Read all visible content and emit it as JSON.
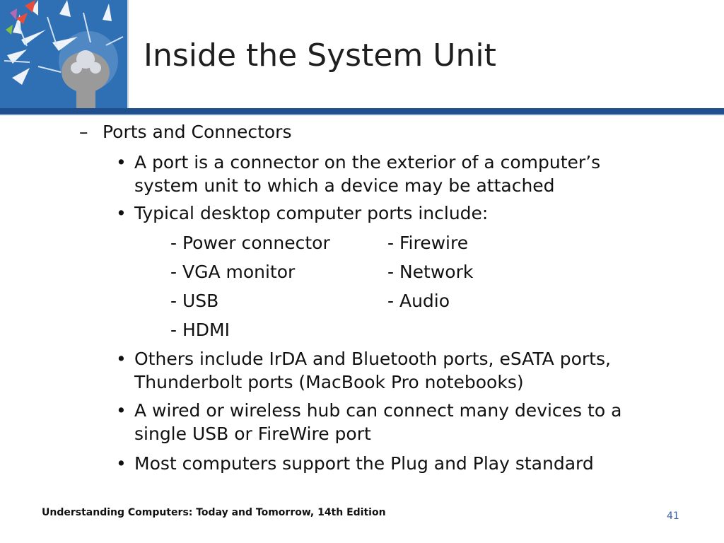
{
  "slide": {
    "title": "Inside the System Unit",
    "section": {
      "marker": "–",
      "label": "Ports and Connectors"
    },
    "bullet_symbol": "•",
    "bullets": [
      {
        "line1": "A port is a connector on the exterior of a computer’s",
        "line2": "system unit to which a device may be attached"
      },
      {
        "line1": "Typical desktop computer ports include:"
      },
      {
        "line1": "Others include IrDA and Bluetooth ports, eSATA ports,",
        "line2": "Thunderbolt ports (MacBook Pro notebooks)"
      },
      {
        "line1": "A wired or wireless hub can connect many devices to a",
        "line2": "single USB or FireWire port"
      },
      {
        "line1": "Most computers support the Plug and Play standard"
      }
    ],
    "ports_left": [
      "- Power connector",
      "- VGA monitor",
      "- USB",
      "- HDMI"
    ],
    "ports_right": [
      "- Firewire",
      "- Network",
      "- Audio"
    ],
    "footer": {
      "text": "Understanding Computers: Today and Tomorrow, 14th Edition",
      "page": "41"
    }
  },
  "colors": {
    "logo_background": "#2f6fb3",
    "title_rule": "#1f4f8d",
    "page_number": "#3c63a3"
  }
}
